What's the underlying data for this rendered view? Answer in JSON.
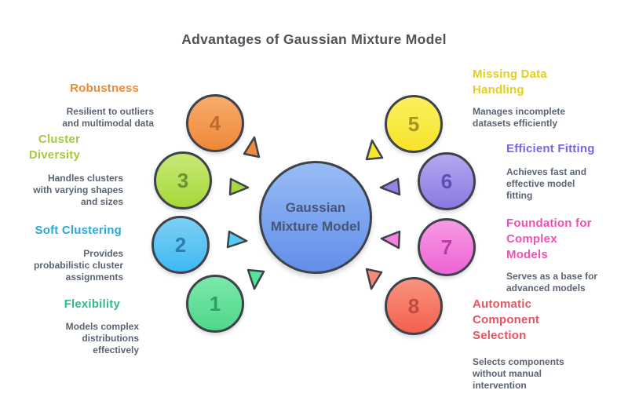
{
  "title": "Advantages of Gaussian Mixture Model",
  "title_color": "#515158",
  "outline_color": "#3E434B",
  "description_color": "#5B6472",
  "center": {
    "label": "Gaussian\nMixture Model",
    "fill_top": "#97BCF5",
    "fill_bottom": "#628EE9",
    "text_color": "#475677"
  },
  "items": [
    {
      "number": "1",
      "heading": "Flexibility",
      "description": "Models complex\ndistributions\neffectively",
      "heading_color": "#2FBA8C",
      "circle_top": "#7BE8AC",
      "circle_bottom": "#4ED88A",
      "number_color": "#2E9E63",
      "triangle": "#55E3A0"
    },
    {
      "number": "2",
      "heading": "Soft Clustering",
      "description": "Provides\nprobabilistic cluster\nassignments",
      "heading_color": "#29A8E0",
      "circle_top": "#7ED0F5",
      "circle_bottom": "#3EB9F2",
      "number_color": "#2B7EB3",
      "triangle": "#55CCF5"
    },
    {
      "number": "3",
      "heading": "Cluster\nDiversity",
      "description": "Handles clusters\nwith varying shapes\nand sizes",
      "heading_color": "#A5C93F",
      "circle_top": "#C8E878",
      "circle_bottom": "#A6D839",
      "number_color": "#6E9230",
      "triangle": "#A8D840"
    },
    {
      "number": "4",
      "heading": "Robustness",
      "description": "Resilient to outliers\nand multimodal data",
      "heading_color": "#ED8936",
      "circle_top": "#F7AC6B",
      "circle_bottom": "#EF8838",
      "number_color": "#BA6B2F",
      "triangle": "#F08A3C"
    },
    {
      "number": "5",
      "heading": "Missing Data\nHandling",
      "description": "Manages incomplete\ndatasets efficiently",
      "heading_color": "#E5CF1D",
      "circle_top": "#FAF060",
      "circle_bottom": "#F6E32A",
      "number_color": "#A2961F",
      "triangle": "#F7E62E"
    },
    {
      "number": "6",
      "heading": "Efficient Fitting",
      "description": "Achieves fast and\neffective model\nfitting",
      "heading_color": "#7C64E4",
      "circle_top": "#B3A8F0",
      "circle_bottom": "#8A79E2",
      "number_color": "#5F4DB3",
      "triangle": "#9484E8"
    },
    {
      "number": "7",
      "heading": "Foundation for\nComplex\nModels",
      "description": "Serves as a base for\nadvanced models",
      "heading_color": "#F050B4",
      "circle_top": "#F79BE4",
      "circle_bottom": "#EE63D3",
      "number_color": "#B83D9E",
      "triangle": "#F583DE"
    },
    {
      "number": "8",
      "heading": "Automatic\nComponent\nSelection",
      "description": "Selects components\nwithout manual\nintervention",
      "heading_color": "#E85360",
      "circle_top": "#F9937E",
      "circle_bottom": "#F3604F",
      "number_color": "#BE4A3E",
      "triangle": "#F8897A"
    }
  ]
}
